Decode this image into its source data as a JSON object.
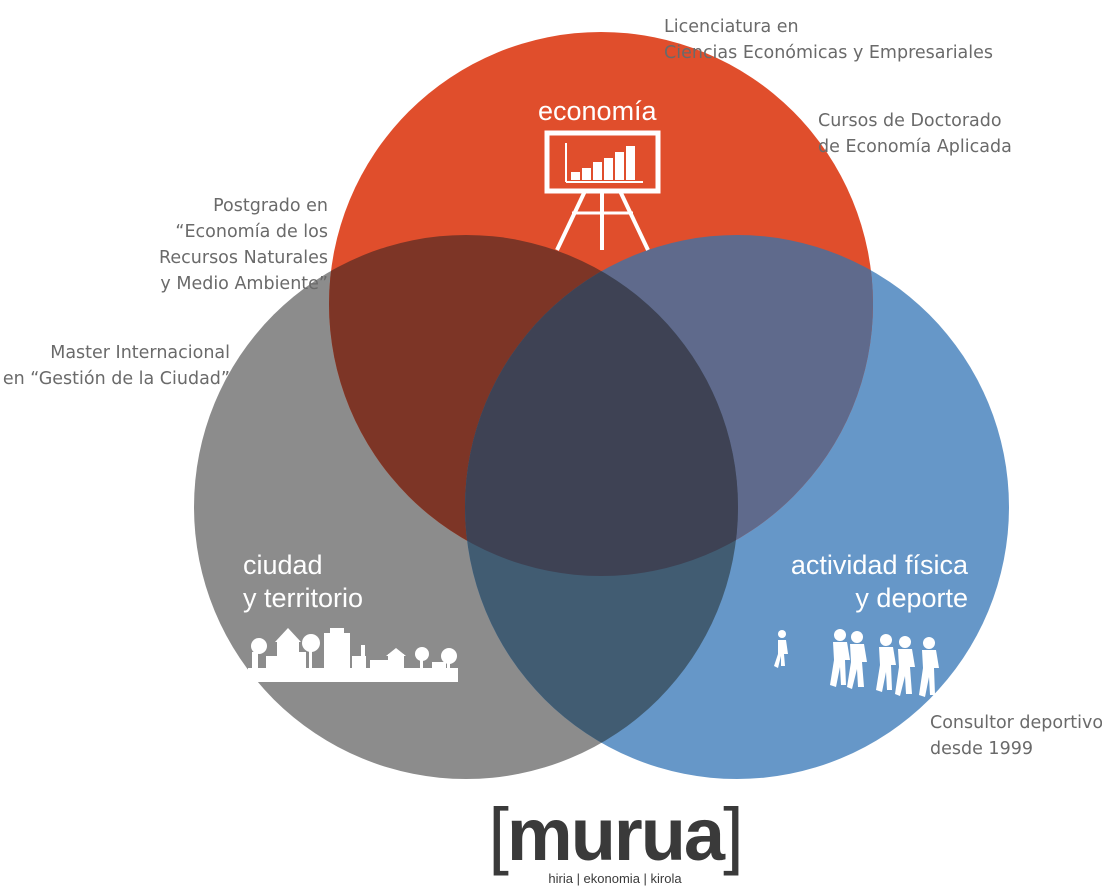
{
  "diagram": {
    "circles": [
      {
        "id": "economia",
        "label_lines": [
          "economía"
        ],
        "color": "#e04e2c",
        "icon": "presentation-chart-icon"
      },
      {
        "id": "ciudad",
        "label_lines": [
          "ciudad",
          "y territorio"
        ],
        "color": "#8c8c8c",
        "icon": "city-skyline-icon"
      },
      {
        "id": "actividad",
        "label_lines": [
          "actividad física",
          "y deporte"
        ],
        "color": "#6697c8",
        "icon": "runners-icon"
      }
    ],
    "overlaps": {
      "economia_ciudad": "#7d3526",
      "economia_actividad": "#5f6a8c",
      "ciudad_actividad": "#415c72",
      "all_three": "#3e4254"
    }
  },
  "annotations": {
    "licenciatura": [
      "Licenciatura en",
      "Ciencias Económicas y Empresariales"
    ],
    "doctorado": [
      "Cursos de Doctorado",
      "de Economía Aplicada"
    ],
    "postgrado": [
      "Postgrado en",
      "“Economía de los",
      "Recursos Naturales",
      "y Medio Ambiente”"
    ],
    "master": [
      "Master Internacional",
      "en “Gestión de la Ciudad”"
    ],
    "consultor": [
      "Consultor deportivo",
      "desde 1999"
    ]
  },
  "logo": {
    "open_bracket": "[",
    "word": "murua",
    "close_bracket": "]",
    "tagline": "hiria | ekonomia | kirola"
  }
}
